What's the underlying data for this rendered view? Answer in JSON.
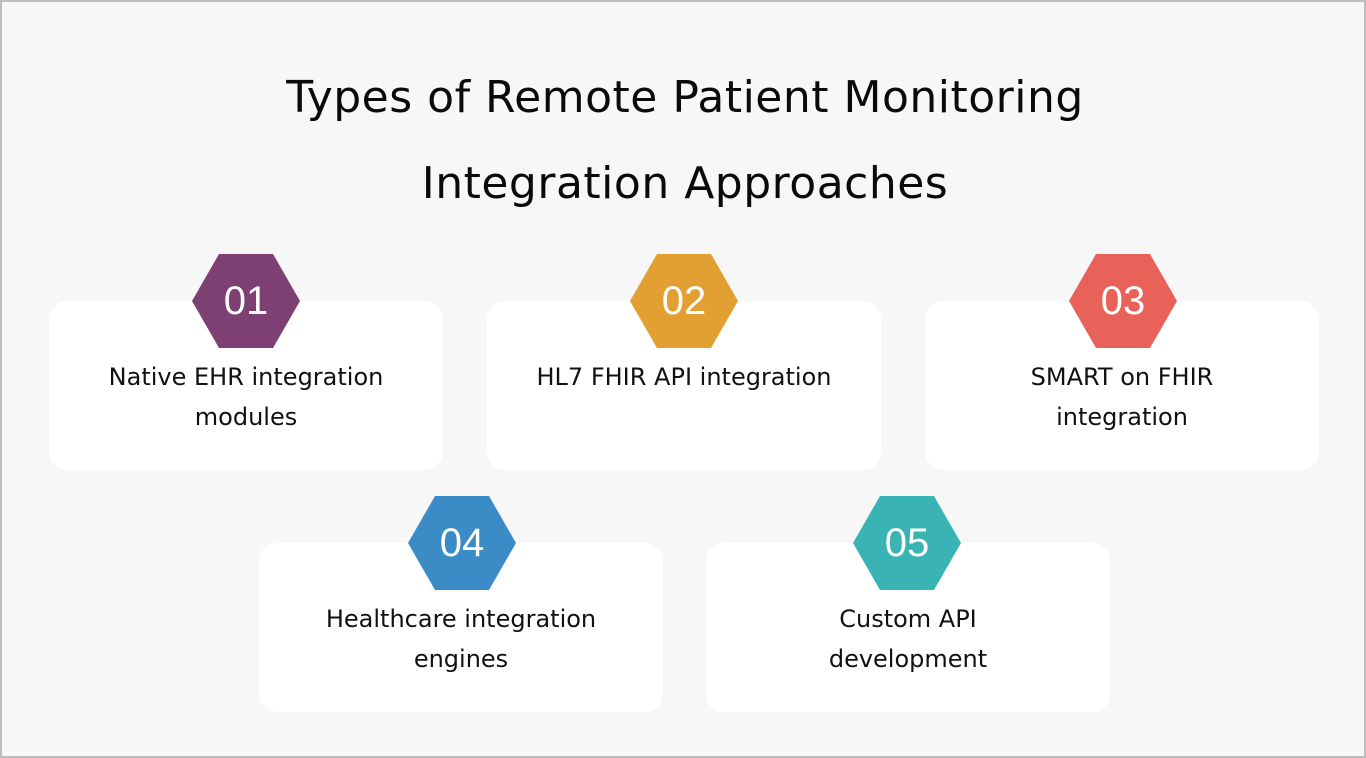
{
  "title": {
    "line1": "Types of Remote Patient Monitoring",
    "line2": "Integration Approaches"
  },
  "items": [
    {
      "number": "01",
      "line1": "Native EHR integration",
      "line2": "modules",
      "color": "#7e3f73"
    },
    {
      "number": "02",
      "line1": "HL7 FHIR API integration",
      "line2": "",
      "color": "#e3a032"
    },
    {
      "number": "03",
      "line1": "SMART on FHIR",
      "line2": "integration",
      "color": "#e8625a"
    },
    {
      "number": "04",
      "line1": "Healthcare integration",
      "line2": "engines",
      "color": "#3b8bc7"
    },
    {
      "number": "05",
      "line1": "Custom API",
      "line2": "development",
      "color": "#3ab3b5"
    }
  ],
  "colors": {
    "background": "#f7f7f7",
    "card": "#ffffff",
    "text": "#111111"
  }
}
